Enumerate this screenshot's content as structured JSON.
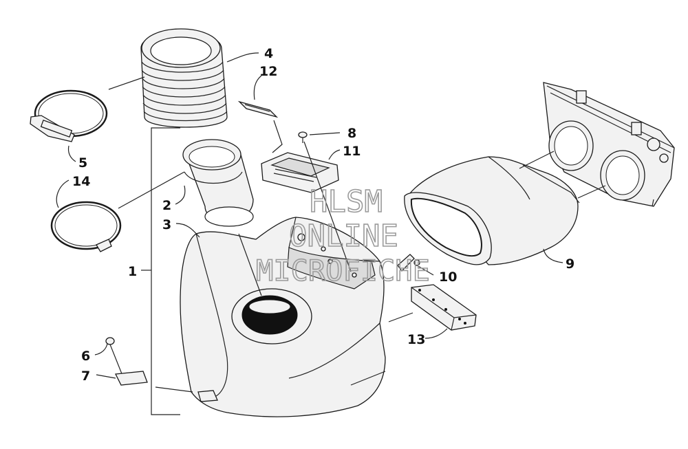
{
  "callouts": [
    {
      "id": "1",
      "text": "1"
    },
    {
      "id": "2",
      "text": "2"
    },
    {
      "id": "3",
      "text": "3"
    },
    {
      "id": "4",
      "text": "4"
    },
    {
      "id": "5",
      "text": "5"
    },
    {
      "id": "6",
      "text": "6"
    },
    {
      "id": "7",
      "text": "7"
    },
    {
      "id": "8",
      "text": "8"
    },
    {
      "id": "9",
      "text": "9"
    },
    {
      "id": "10",
      "text": "10"
    },
    {
      "id": "11",
      "text": "11"
    },
    {
      "id": "12",
      "text": "12"
    },
    {
      "id": "13",
      "text": "13"
    },
    {
      "id": "14",
      "text": "14"
    }
  ],
  "watermark": {
    "line1": "HLSM",
    "line2": "ONLINE",
    "line3": "MICROFICHE",
    "color": "#9a9a9a"
  },
  "colors": {
    "line": "#222222",
    "part_fill": "#f2f2f2",
    "background": "#ffffff"
  }
}
